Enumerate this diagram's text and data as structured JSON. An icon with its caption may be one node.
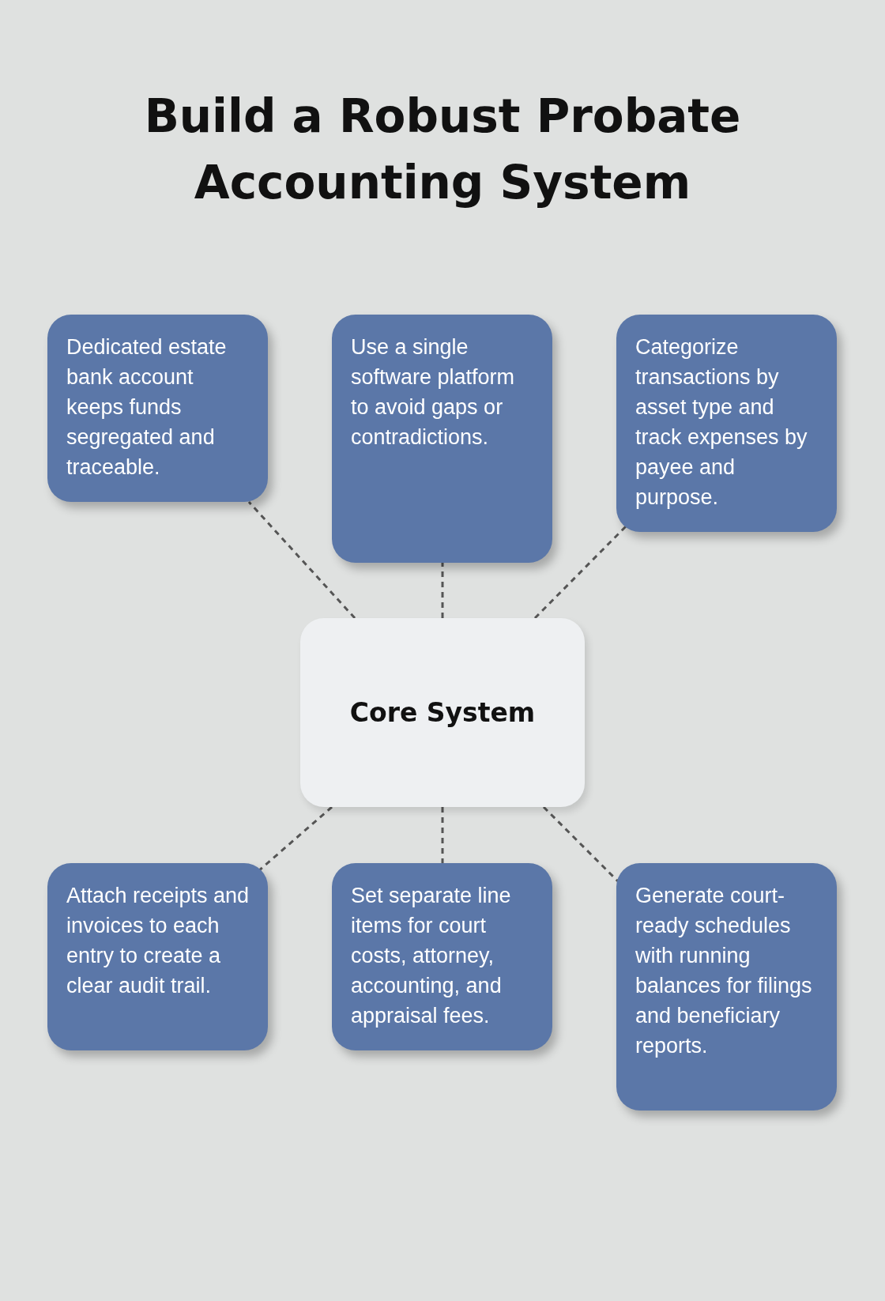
{
  "diagram": {
    "title": "Build a Robust Probate Accounting System",
    "nodes": [
      {
        "text": [
          "Dedicated estate bank account keeps funds segregated and traceable."
        ]
      },
      {
        "text": [
          "Use a single software platform to avoid gaps or contradictions."
        ]
      },
      {
        "text": [
          "Categorize transactions by asset type and track expenses by payee and purpose."
        ]
      },
      {
        "text": [
          "Core System"
        ]
      },
      {
        "text": [
          "Attach receipts and invoices to each entry to create a clear audit trail."
        ]
      },
      {
        "text": [
          "Set separate line items for court costs, attorney, accounting, and appraisal fees."
        ]
      },
      {
        "text": [
          "Generate court-ready schedules with running balances for filings and beneficiary reports."
        ]
      }
    ],
    "edges": [
      {
        "from": 3,
        "to": 0,
        "arrow": "none",
        "style": "dashed"
      },
      {
        "from": 3,
        "to": 1,
        "arrow": "none",
        "style": "dashed"
      },
      {
        "from": 3,
        "to": 2,
        "arrow": "none",
        "style": "dashed"
      },
      {
        "from": 3,
        "to": 4,
        "arrow": "none",
        "style": "dashed"
      },
      {
        "from": 3,
        "to": 5,
        "arrow": "none",
        "style": "dashed"
      },
      {
        "from": 3,
        "to": 6,
        "arrow": "none",
        "style": "dashed"
      }
    ]
  }
}
